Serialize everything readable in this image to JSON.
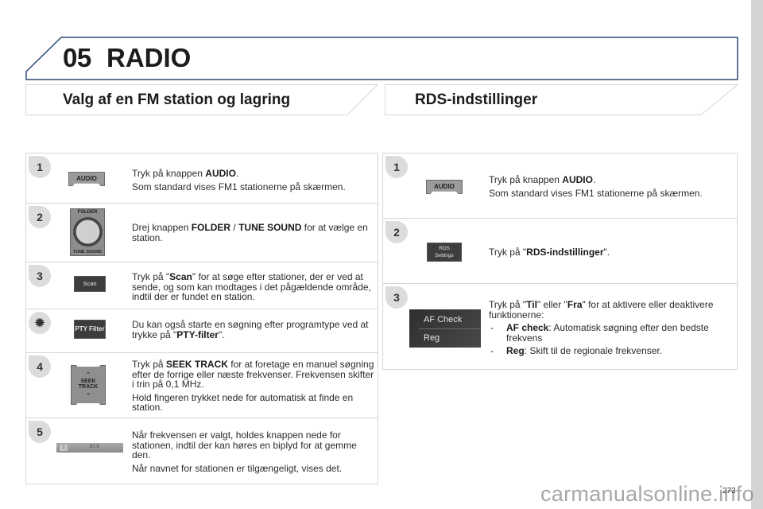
{
  "chapter": {
    "number": "05",
    "title": "RADIO"
  },
  "sections": {
    "left": {
      "title": "Valg af en FM station og lagring",
      "steps": [
        {
          "badge": "1",
          "graphic": "AUDIO",
          "lines": [
            [
              "Tryk på knappen ",
              "AUDIO",
              "."
            ],
            [
              "Som standard vises FM1 stationerne på skærmen."
            ]
          ]
        },
        {
          "badge": "2",
          "graphic_top": "FOLDER",
          "graphic_bottom": "TUNE SOUND",
          "lines": [
            [
              "Drej knappen ",
              "FOLDER",
              " / ",
              "TUNE SOUND",
              " for at vælge en station."
            ]
          ]
        },
        {
          "badge": "3",
          "graphic": "Scan",
          "lines": [
            [
              "Tryk på \"",
              "Scan",
              "\" for at søge efter stationer, der er ved at sende, og som kan modtages i det pågældende område, indtil der er fundet en station."
            ]
          ]
        },
        {
          "badge": "tip",
          "graphic": "PTY Filter",
          "lines": [
            [
              "Du kan også starte en søgning efter programtype ved at trykke på \"",
              "PTY-filter",
              "\"."
            ]
          ]
        },
        {
          "badge": "4",
          "graphic_line1": "SEEK",
          "graphic_line2": "TRACK",
          "lines": [
            [
              "Tryk på ",
              "SEEK TRACK",
              " for at foretage en manuel søgning efter de forrige eller næste frekvenser. Frekvensen skifter i trin på 0,1 MHz."
            ],
            [
              "Hold fingeren trykket nede for automatisk at finde en station."
            ]
          ]
        },
        {
          "badge": "5",
          "graphic_preset": "1",
          "graphic_freq": "87.9",
          "lines": [
            [
              "Når frekvensen er valgt, holdes knappen nede for stationen, indtil der kan høres en biplyd for at gemme den."
            ],
            [
              "Når navnet for stationen er tilgængeligt, vises det."
            ]
          ]
        }
      ]
    },
    "right": {
      "title": "RDS-indstillinger",
      "steps": [
        {
          "badge": "1",
          "graphic": "AUDIO",
          "lines": [
            [
              "Tryk på knappen ",
              "AUDIO",
              "."
            ],
            [
              "Som standard vises FM1 stationerne på skærmen."
            ]
          ]
        },
        {
          "badge": "2",
          "graphic_line1": "RDS",
          "graphic_line2": "Settings",
          "lines": [
            [
              "Tryk på \"",
              "RDS-indstillinger",
              "\"."
            ]
          ]
        },
        {
          "badge": "3",
          "graphic_line1": "AF Check",
          "graphic_line2": "Reg",
          "lines": [
            [
              "Tryk på \"",
              "Til",
              "\" eller \"",
              "Fra",
              "\" for at aktivere eller deaktivere funktionerne:"
            ]
          ],
          "bullets": [
            {
              "dash": "-",
              "term": "AF check",
              "text": ": Automatisk søgning efter den bedste frekvens"
            },
            {
              "dash": "-",
              "term": "Reg",
              "text": ": Skift til de regionale frekvenser."
            }
          ]
        }
      ]
    }
  },
  "footer": {
    "page_number": "273",
    "watermark": "carmanualsonline.info"
  },
  "colors": {
    "header_border": "#2e4a72",
    "panel_border": "#d6d6d6",
    "badge_bg": "#dcdcdc",
    "side_strip": "#d4d4d6"
  }
}
